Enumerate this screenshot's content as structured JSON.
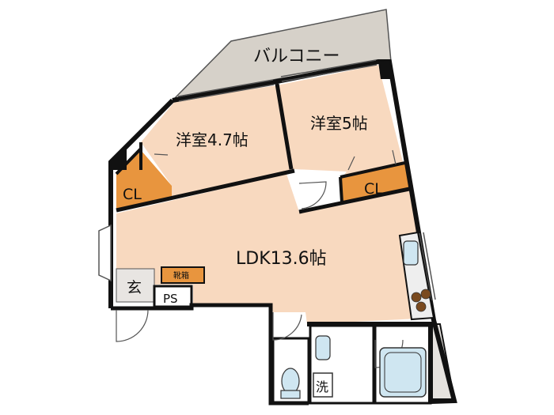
{
  "labels": {
    "balcony": "バルコニー",
    "bedroom_left": "洋室4.7帖",
    "bedroom_right": "洋室5帖",
    "ldk": "LDK13.6帖",
    "closet_left": "CL",
    "closet_right": "CL",
    "shoe_box": "靴箱",
    "entrance": "玄",
    "pipe_space": "PS",
    "washer": "洗"
  },
  "colors": {
    "room_floor": "#f8d9bf",
    "closet_floor": "#e8953e",
    "balcony_floor": "#d6d1c9",
    "wet_area_floor": "#ffffff",
    "wall": "#111111",
    "fixture_fill": "#cfe6f1",
    "stove": "#7a4a1f"
  }
}
